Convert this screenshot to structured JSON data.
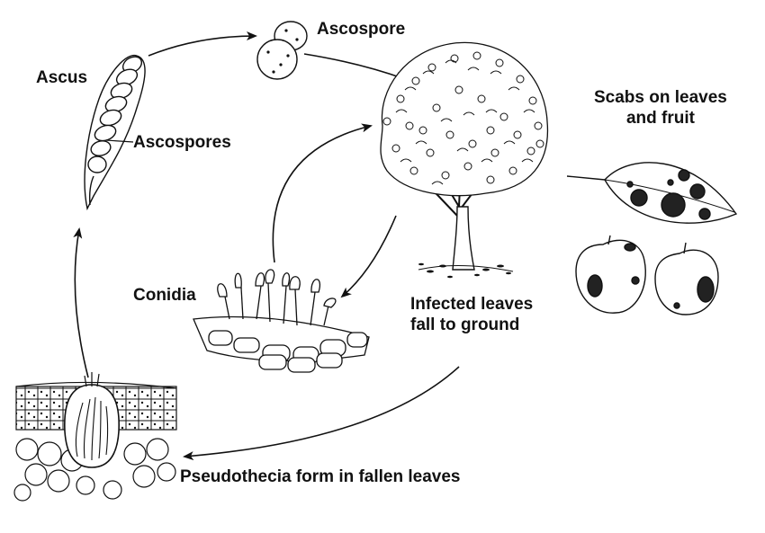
{
  "labels": {
    "ascus": "Ascus",
    "ascospores": "Ascospores",
    "ascospore": "Ascospore",
    "scabs_line1": "Scabs on leaves",
    "scabs_line2": "and fruit",
    "conidia": "Conidia",
    "infected_line1": "Infected leaves",
    "infected_line2": "fall to ground",
    "pseudothecia": "Pseudothecia form in fallen leaves"
  },
  "colors": {
    "ink": "#111111",
    "background": "#ffffff"
  },
  "icons": {
    "ascus": "ascus-sac-icon",
    "ascospore": "two-celled-spore-icon",
    "tree": "apple-tree-icon",
    "leaf": "scabbed-leaf-icon",
    "apple": "scabbed-apple-icon",
    "conidia": "conidia-cluster-icon",
    "pseudothecium": "pseudothecium-section-icon"
  }
}
